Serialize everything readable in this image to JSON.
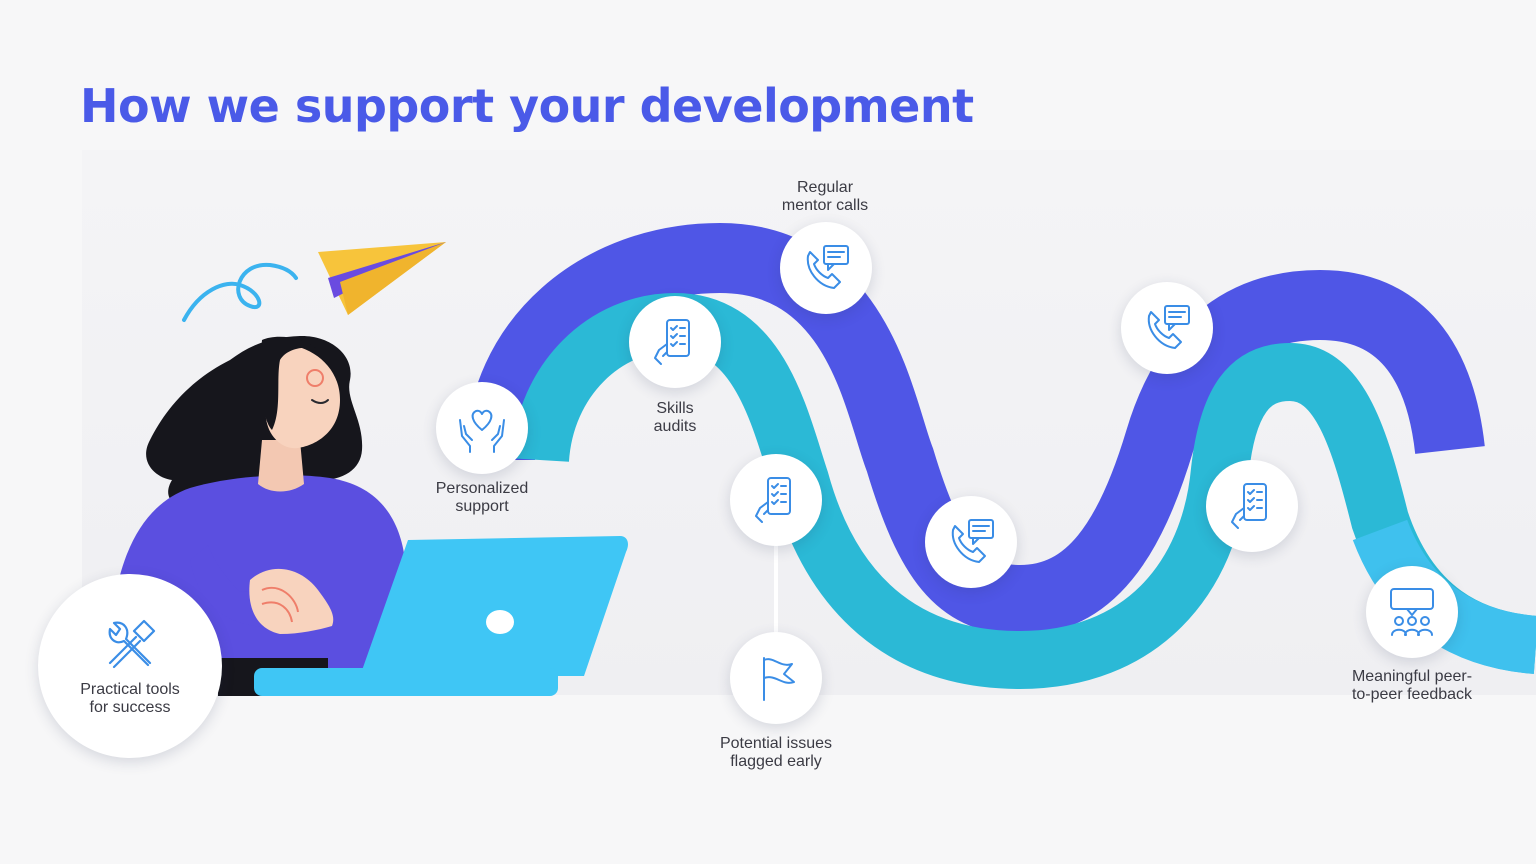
{
  "title": "How we support your development",
  "colors": {
    "title": "#4a5ae8",
    "wave_outer": "#4f56e6",
    "wave_inner": "#27b8d4",
    "wave_light": "#3fc1ee",
    "icon_stroke": "#3a8de6"
  },
  "steps": {
    "practical_tools": {
      "line1": "Practical tools",
      "line2": "for success",
      "icon": "tools-icon"
    },
    "personalized_support": {
      "line1": "Personalized",
      "line2": "support",
      "icon": "heart-hands-icon"
    },
    "skills_audits": {
      "line1": "Skills",
      "line2": "audits",
      "icon": "phone-checklist-icon"
    },
    "mentor_calls": {
      "line1": "Regular",
      "line2": "mentor calls",
      "icon": "phone-chat-icon"
    },
    "issues_flagged": {
      "line1": "Potential issues",
      "line2": "flagged early",
      "icon": "flag-icon"
    },
    "peer_feedback": {
      "line1": "Meaningful peer-",
      "line2": "to-peer feedback",
      "icon": "group-chat-icon"
    }
  }
}
